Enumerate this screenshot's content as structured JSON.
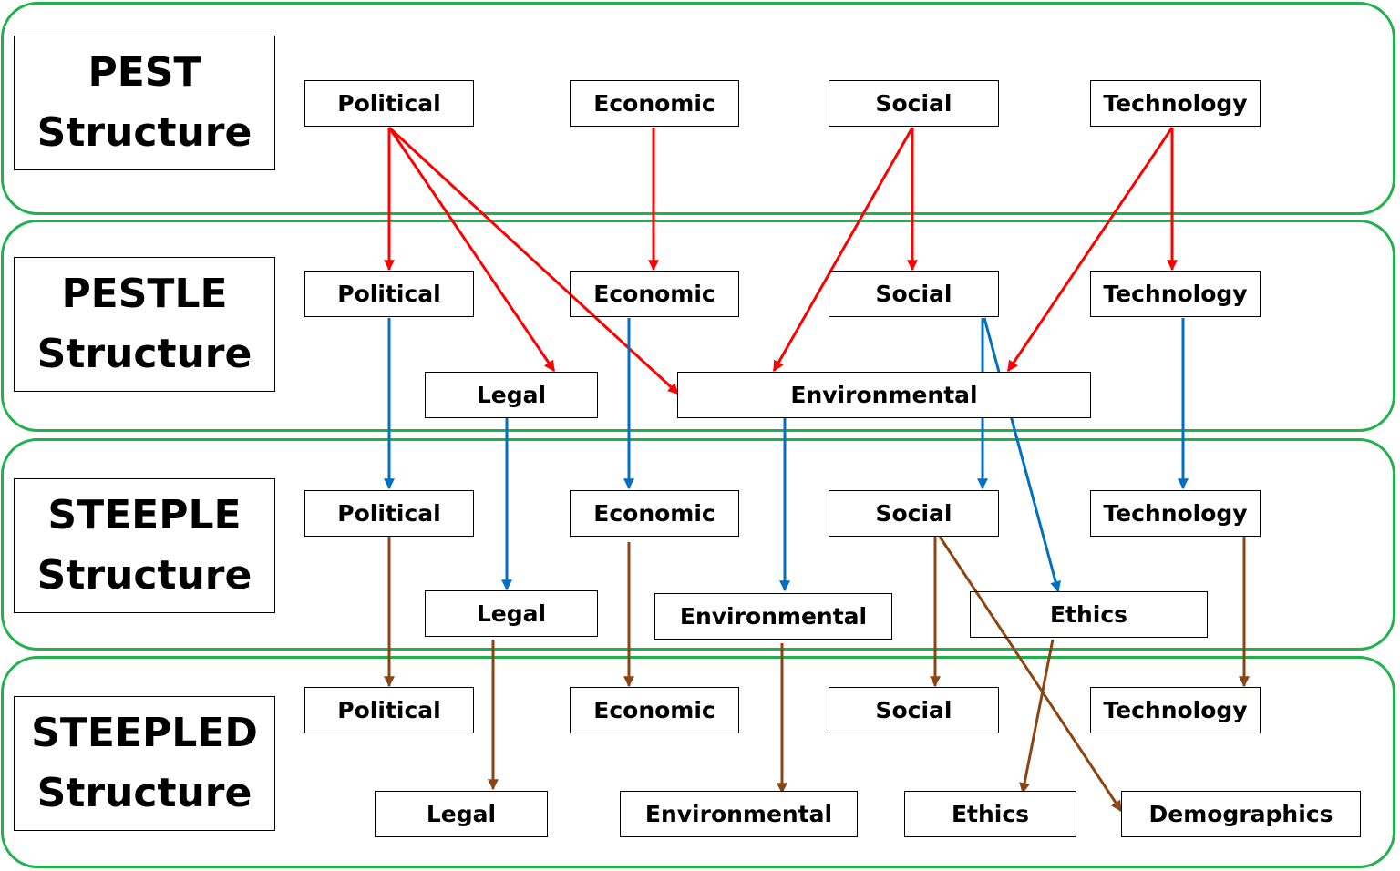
{
  "colors": {
    "band_border": "#22b14c",
    "arrow_pest_to_pestle": "#ff0000",
    "arrow_pestle_to_steeple": "#0070c0",
    "arrow_steeple_to_steepled": "#8b4513"
  },
  "rows": {
    "pest": {
      "title_line1": "PEST",
      "title_line2": "Structure"
    },
    "pestle": {
      "title_line1": "PESTLE",
      "title_line2": "Structure"
    },
    "steeple": {
      "title_line1": "STEEPLE",
      "title_line2": "Structure"
    },
    "steepled": {
      "title_line1": "STEEPLED",
      "title_line2": "Structure"
    }
  },
  "nodes": {
    "pest_political": "Political",
    "pest_economic": "Economic",
    "pest_social": "Social",
    "pest_technology": "Technology",
    "pestle_political": "Political",
    "pestle_economic": "Economic",
    "pestle_social": "Social",
    "pestle_technology": "Technology",
    "pestle_legal": "Legal",
    "pestle_environmental": "Environmental",
    "steeple_political": "Political",
    "steeple_economic": "Economic",
    "steeple_social": "Social",
    "steeple_technology": "Technology",
    "steeple_legal": "Legal",
    "steeple_environmental": "Environmental",
    "steeple_ethics": "Ethics",
    "steepled_political": "Political",
    "steepled_economic": "Economic",
    "steepled_social": "Social",
    "steepled_technology": "Technology",
    "steepled_legal": "Legal",
    "steepled_environmental": "Environmental",
    "steepled_ethics": "Ethics",
    "steepled_demographics": "Demographics"
  }
}
